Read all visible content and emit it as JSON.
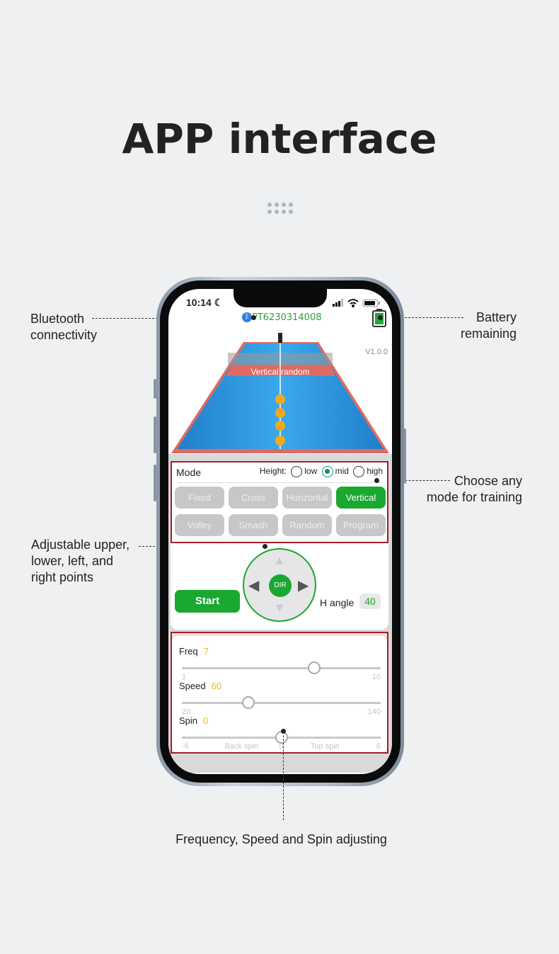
{
  "heading": "APP interface",
  "callouts": {
    "bluetooth": [
      "Bluetooth",
      "connectivity"
    ],
    "battery": [
      "Battery",
      "remaining"
    ],
    "mode": [
      "Choose any",
      "mode for training"
    ],
    "points": [
      "Adjustable upper,",
      "lower, left, and",
      "right points"
    ],
    "sliders": "Frequency, Speed and Spin adjusting"
  },
  "status_bar": {
    "time": "10:14",
    "icons": [
      "moon-icon",
      "signal-icon",
      "wifi-icon",
      "battery-icon"
    ]
  },
  "device": {
    "name": "PT6230314008",
    "bluetooth_icon": "bluetooth-icon",
    "battery_level": "full"
  },
  "version": "V1.0.0",
  "table": {
    "banner": "Vertical random",
    "balls": 4
  },
  "mode": {
    "label": "Mode",
    "height_label": "Height:",
    "height_options": [
      "low",
      "mid",
      "high"
    ],
    "height_selected": "mid",
    "buttons": [
      "Fixed",
      "Cross",
      "Horizontal",
      "Vertical",
      "Volley",
      "Smash",
      "Random",
      "Program"
    ],
    "active": "Vertical"
  },
  "controls": {
    "start": "Start",
    "dir": "DIR",
    "h_angle_label": "H angle",
    "h_angle_value": "40"
  },
  "sliders": [
    {
      "label": "Freq",
      "value": 7,
      "min": 1,
      "max": 10,
      "ticks": [
        "1",
        "10"
      ]
    },
    {
      "label": "Speed",
      "value": 60,
      "min": 20,
      "max": 140,
      "ticks": [
        "20",
        "140"
      ]
    },
    {
      "label": "Spin",
      "value": 0,
      "min": -6,
      "max": 6,
      "ticks": [
        "-6",
        "Back spin",
        "0",
        "Top spin",
        "6"
      ]
    }
  ],
  "colors": {
    "accent_green": "#1aa831",
    "highlight_red": "#a31f25",
    "value_yellow": "#e8b820",
    "table_blue": "#2f9be0"
  }
}
